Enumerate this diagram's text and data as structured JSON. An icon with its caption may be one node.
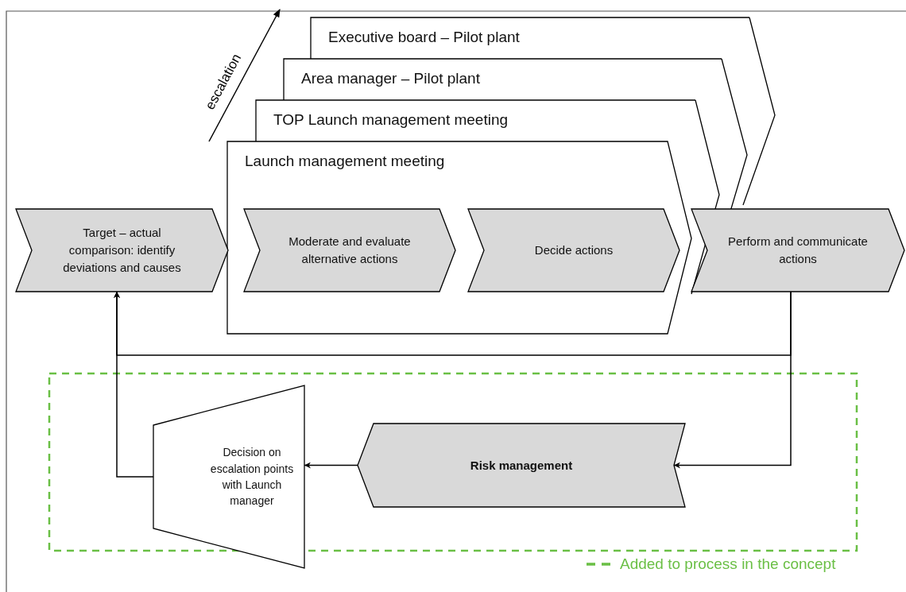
{
  "diagram": {
    "nodes": [
      {
        "text": [
          "Executive board – Pilot plant"
        ]
      },
      {
        "text": [
          "Area manager – Pilot plant"
        ]
      },
      {
        "text": [
          "TOP Launch management meeting"
        ]
      },
      {
        "text": [
          "Launch management meeting"
        ]
      },
      {
        "text": [
          "Target – actual comparison: identify deviations and causes"
        ]
      },
      {
        "text": [
          "Moderate and evaluate alternative actions"
        ],
        "in": 3
      },
      {
        "text": [
          "Decide actions"
        ],
        "in": 3
      },
      {
        "text": [
          "Perform and communicate actions"
        ]
      },
      {
        "text": [],
        "shape": "box"
      },
      {
        "text": [
          "Decision on escalation points with Launch manager"
        ],
        "in": 8
      },
      {
        "text": [
          "Risk management"
        ],
        "in": 8
      }
    ],
    "edges": [
      {
        "from": 7,
        "to": 4,
        "arrow": "to"
      },
      {
        "from": 7,
        "to": 10,
        "arrow": "to"
      },
      {
        "from": 10,
        "to": 9,
        "arrow": "to"
      },
      {
        "from": 9,
        "to": 4,
        "arrow": "to"
      }
    ],
    "labels": [
      "escalation"
    ],
    "legend": [
      {
        "text": "Added to process in the concept"
      }
    ]
  }
}
